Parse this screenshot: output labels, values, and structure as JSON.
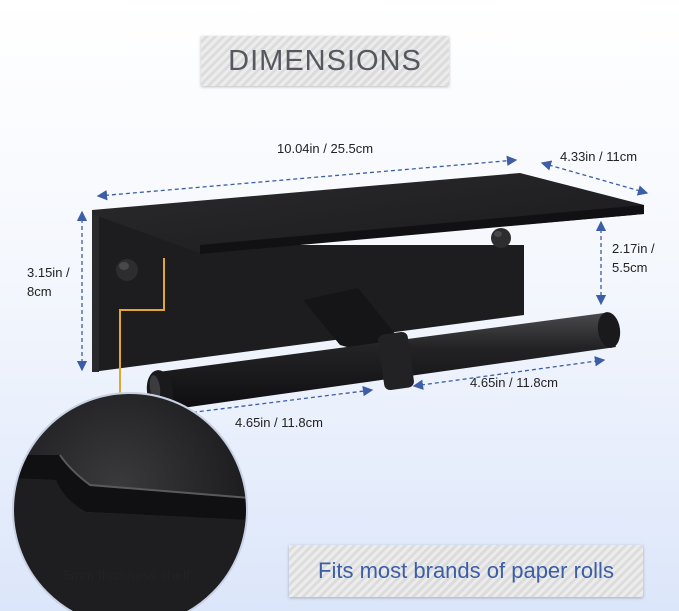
{
  "title": "DIMENSIONS",
  "dimensions": {
    "width": "10.04in / 25.5cm",
    "depth": "4.33in / 11cm",
    "height_line1": "3.15in /",
    "height_line2": "8cm",
    "shelf_gap_line1": "2.17in /",
    "shelf_gap_line2": "5.5cm",
    "left_rod": "4.65in / 11.8cm",
    "right_rod": "4.65in / 11.8cm"
  },
  "thickness_note": "5mm thickness shelf",
  "tagline": "Fits most brands of paper rolls",
  "colors": {
    "product": "#1c1c1e",
    "dimension_line": "#3b5ea6",
    "callout": "#e0a82e",
    "title_text": "#55595f",
    "tagline_text": "#3b5ea6"
  }
}
